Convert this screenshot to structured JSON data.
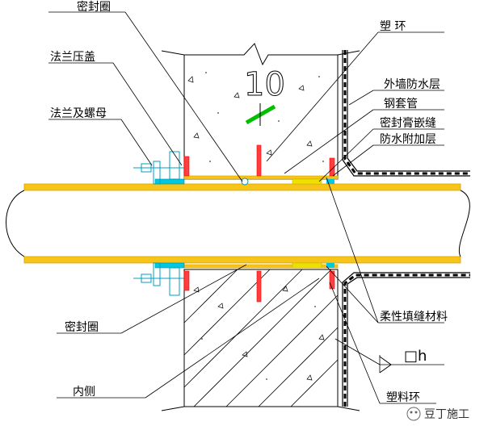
{
  "labels": {
    "seal_ring_top": "密封圈",
    "flange_gland": "法兰压盖",
    "flange_bolt_nut": "法兰及螺母",
    "plastic_ring": "塑  环",
    "outer_wall_waterproof": "外墙防水层",
    "steel_sleeve": "钢套管",
    "seal_ointment_joint": "密封膏嵌缝",
    "waterproof_additional": "防水附加层",
    "flexible_filler": "柔性填缝材料",
    "seal_ring_bottom": "密封圈",
    "inner_side": "内侧",
    "plastic_ring_bottom": "塑料环",
    "dim_value": "10",
    "h_symbol": "□h"
  },
  "watermark": "豆丁施工",
  "colors": {
    "pipe": "#f5c51a",
    "pipe_border": "#e0a000",
    "seal_red": "#ff2020",
    "flange_cyan": "#00c8e0",
    "green_mark": "#00c000",
    "concrete_line": "#000000"
  }
}
